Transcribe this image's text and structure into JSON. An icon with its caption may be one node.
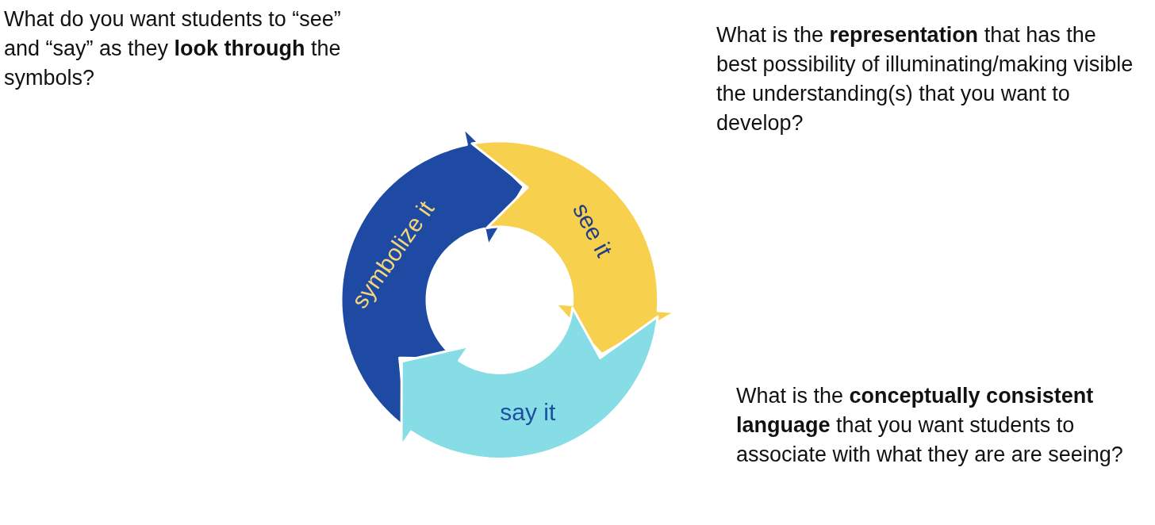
{
  "diagram": {
    "nodes": [
      {
        "text": [
          "symbolize it"
        ]
      },
      {
        "text": [
          "see it"
        ]
      },
      {
        "text": [
          "say it"
        ]
      }
    ],
    "labels": [
      "What do you want students to “see” and “say” as they **look through** the symbols?",
      "What is the **representation** that has the best possibility of illuminating/making visible the understanding(s) that you want to develop?",
      "What is the **conceptually consistent language** that you want students to associate with what they are are seeing?"
    ]
  }
}
